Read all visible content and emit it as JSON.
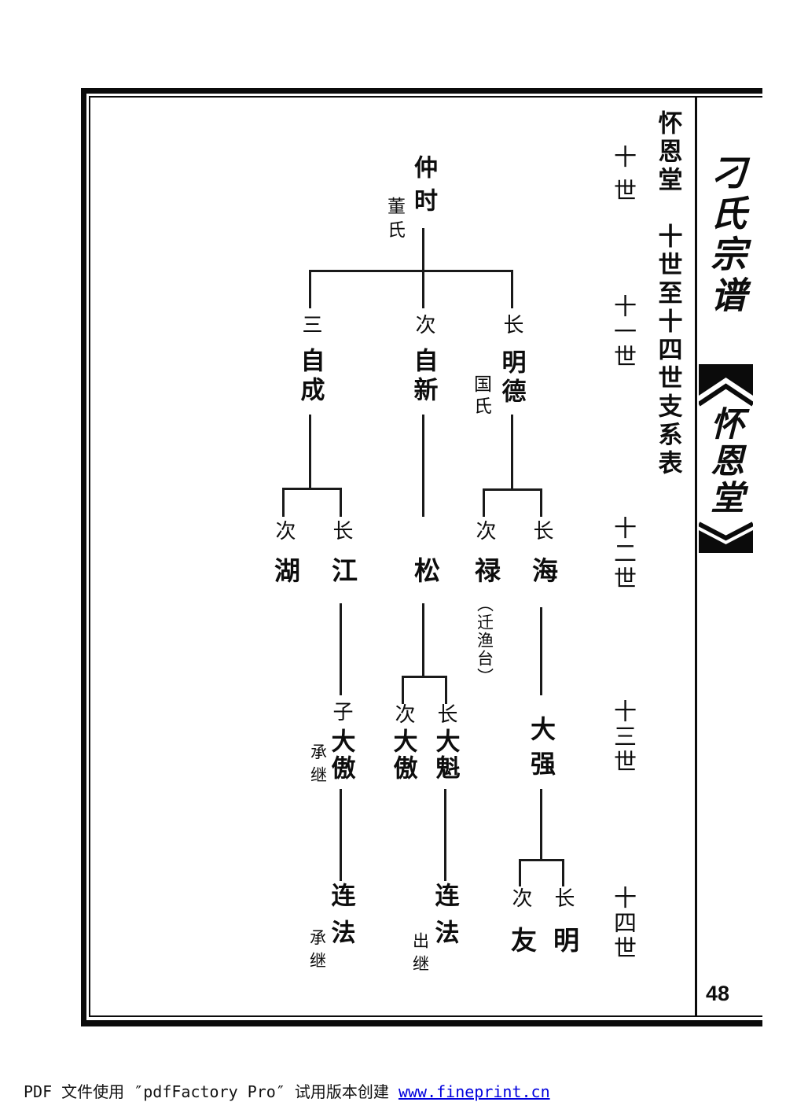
{
  "chart_title": "怀恩堂　十世至十四世支系表",
  "side_margin": {
    "book_title": "刁氏宗谱",
    "hall_banner": "怀恩堂"
  },
  "generation_markers": [
    "十世",
    "十一世",
    "十二世",
    "十三世",
    "十四世"
  ],
  "tree": {
    "gen10": {
      "name": "仲时",
      "spouse": "董氏"
    },
    "gen11": [
      {
        "order": "三",
        "name": "自成"
      },
      {
        "order": "次",
        "name": "自新"
      },
      {
        "order": "长",
        "name": "明德",
        "spouse": "国氏"
      }
    ],
    "gen12": [
      {
        "order": "次",
        "name": "湖"
      },
      {
        "order": "长",
        "name": "江"
      },
      {
        "name": "松"
      },
      {
        "order": "次",
        "name": "禄",
        "note": "（迁渔台）"
      },
      {
        "order": "长",
        "name": "海"
      }
    ],
    "gen13": [
      {
        "order": "子",
        "name": "大傲",
        "note": "承继"
      },
      {
        "order": "次",
        "name": "大傲"
      },
      {
        "order": "长",
        "name": "大魁"
      },
      {
        "name": "大强"
      }
    ],
    "gen14": [
      {
        "name": "连法",
        "note": "承继"
      },
      {
        "name": "连法",
        "note": "出继"
      },
      {
        "order": "次",
        "name": "友"
      },
      {
        "order": "长",
        "name": "明"
      }
    ]
  },
  "page_number": "48",
  "watermark": {
    "text": "PDF 文件使用 ″pdfFactory Pro″ 试用版本创建 ",
    "link": "www.fineprint.cn"
  }
}
